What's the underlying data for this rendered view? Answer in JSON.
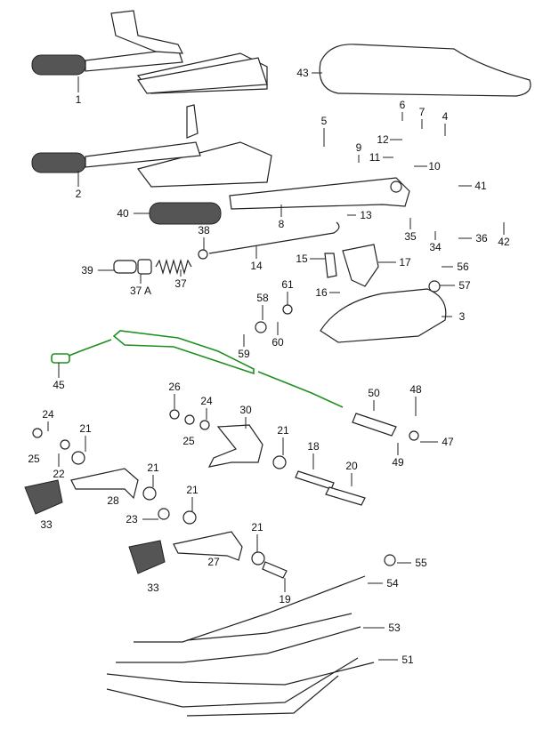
{
  "title": "Parking brake assembly parts diagram",
  "colors": {
    "line": "#222222",
    "cable_highlight": "#1f8f1f",
    "background": "#ffffff"
  },
  "labels": {
    "p1": "1",
    "p2": "2",
    "p43": "43",
    "p5": "5",
    "p6": "6",
    "p7": "7",
    "p4": "4",
    "p12": "12",
    "p9": "9",
    "p11": "11",
    "p10": "10",
    "p41": "41",
    "p40": "40",
    "p8": "8",
    "p13": "13",
    "p35": "35",
    "p34": "34",
    "p36": "36",
    "p42": "42",
    "p38": "38",
    "p39": "39",
    "p37a": "37 A",
    "p37": "37",
    "p14": "14",
    "p15": "15",
    "p17": "17",
    "p16": "16",
    "p56": "56",
    "p57": "57",
    "p58": "58",
    "p61": "61",
    "p3": "3",
    "p60": "60",
    "p59": "59",
    "p45": "45",
    "p26": "26",
    "p24a": "24",
    "p50": "50",
    "p48": "48",
    "p24b": "24",
    "p21a": "21",
    "p25a": "25",
    "p30": "30",
    "p21b": "21",
    "p18": "18",
    "p20": "20",
    "p47": "47",
    "p49": "49",
    "p25b": "25",
    "p22": "22",
    "p21c": "21",
    "p21d": "21",
    "p28": "28",
    "p23": "23",
    "p33a": "33",
    "p21e": "21",
    "p27": "27",
    "p33b": "33",
    "p19": "19",
    "p55": "55",
    "p54": "54",
    "p53": "53",
    "p51": "51"
  }
}
